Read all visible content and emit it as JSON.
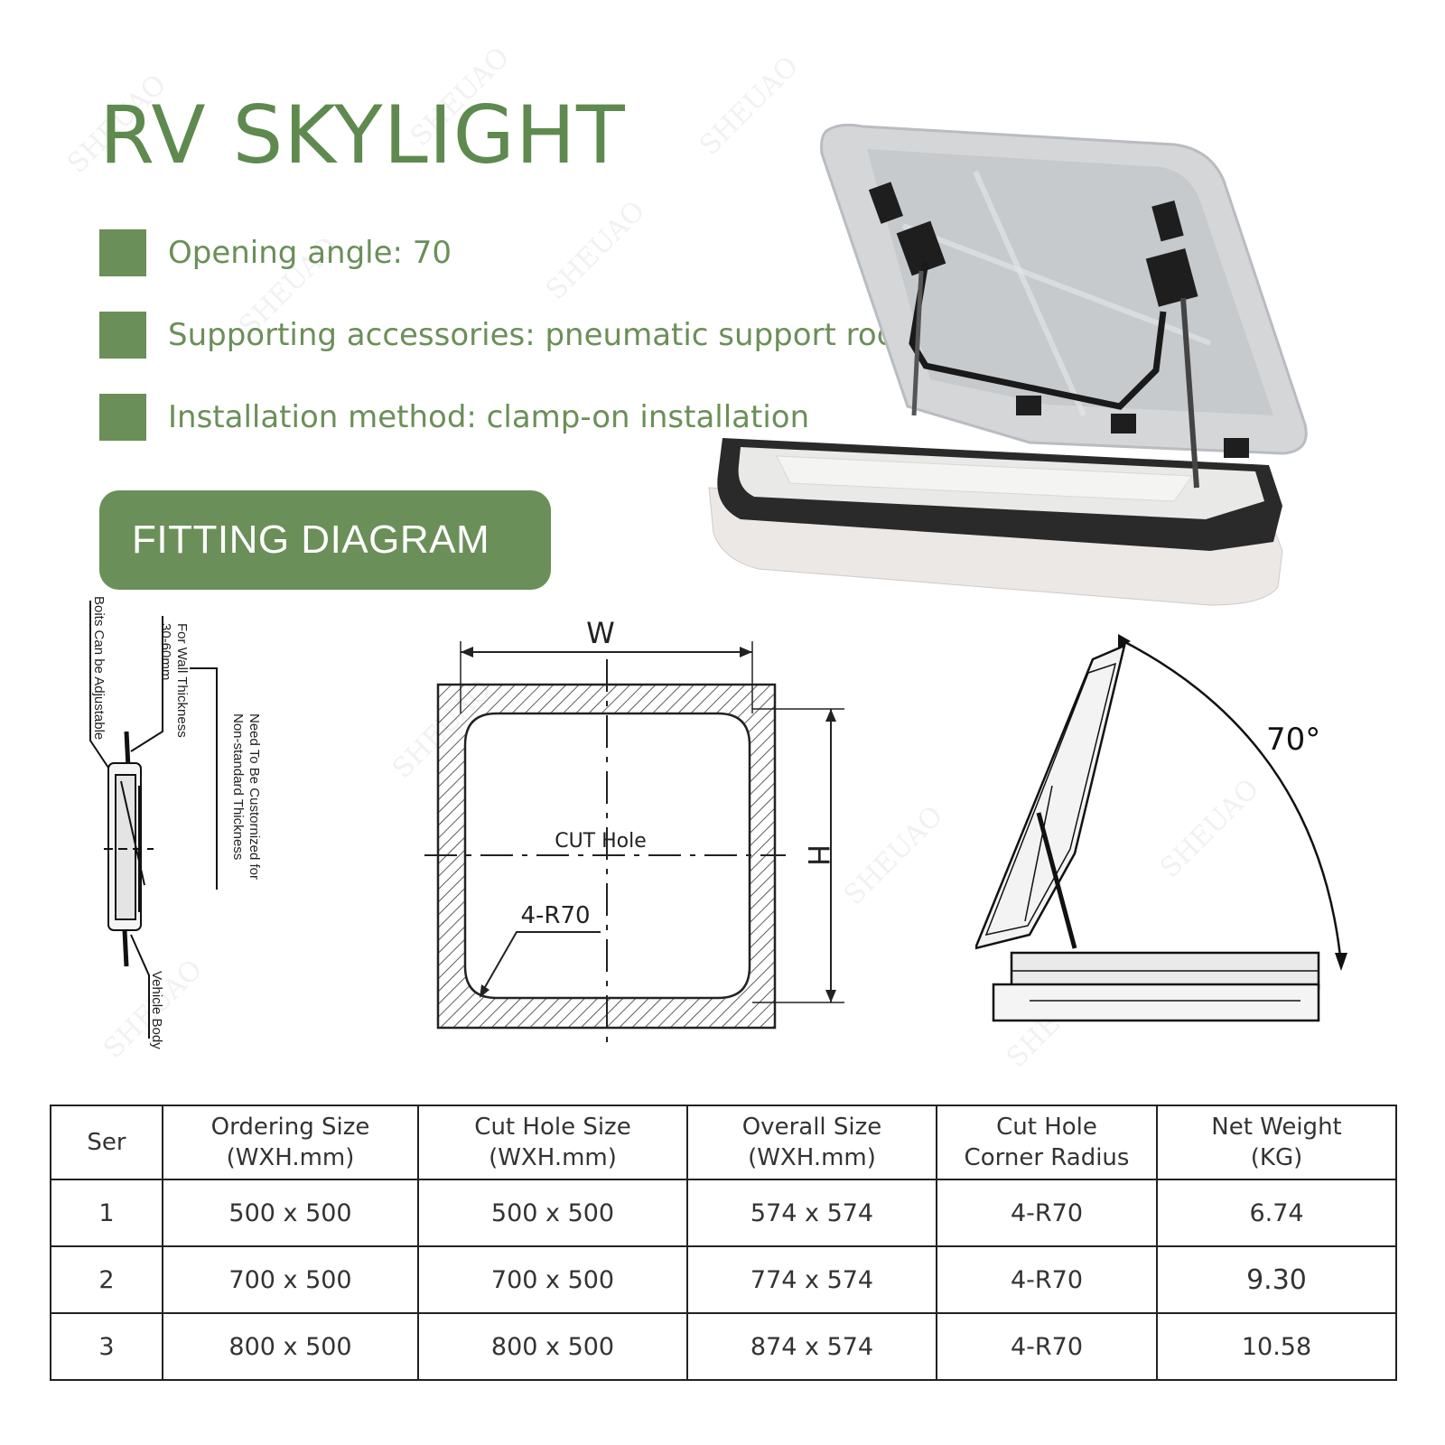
{
  "header": {
    "title": "RV SKYLIGHT"
  },
  "features": [
    "Opening angle: 70",
    "Supporting accessories: pneumatic support rod",
    "Installation method: clamp-on installation"
  ],
  "fitting_button": "FITTING DIAGRAM",
  "side_diagram": {
    "bolts_label": "Boits Can be Adjustable",
    "wall_label_1": "For Wall Thickness",
    "wall_label_2": "30-60mm",
    "custom_label_1": "Need To Be Custornized for",
    "custom_label_2": "Non-standard Thickness",
    "vehicle_label": "Vehicle Body"
  },
  "cut_diagram": {
    "w_label": "W",
    "h_label": "H",
    "center_label": "CUT Hole",
    "radius_label": "4-R70"
  },
  "angle_diagram": {
    "angle_label": "70°"
  },
  "watermark": "SHEUAO",
  "table": {
    "headers": [
      [
        "Ser",
        ""
      ],
      [
        "Ordering Size",
        "(WXH.mm)"
      ],
      [
        "Cut Hole Size",
        "(WXH.mm)"
      ],
      [
        "Overall Size",
        "(WXH.mm)"
      ],
      [
        "Cut Hole",
        "Corner Radius"
      ],
      [
        "Net Weight",
        "(KG)"
      ]
    ],
    "rows": [
      [
        "1",
        "500 x 500",
        "500 x 500",
        "574 x 574",
        "4-R70",
        "6.74"
      ],
      [
        "2",
        "700 x 500",
        "700 x 500",
        "774 x 574",
        "4-R70",
        "9.30"
      ],
      [
        "3",
        "800 x 500",
        "800 x 500",
        "874 x 574",
        "4-R70",
        "10.58"
      ]
    ]
  },
  "colors": {
    "brand_green": "#6b8f58",
    "title_green": "#5f8a4f",
    "line": "#222222"
  }
}
